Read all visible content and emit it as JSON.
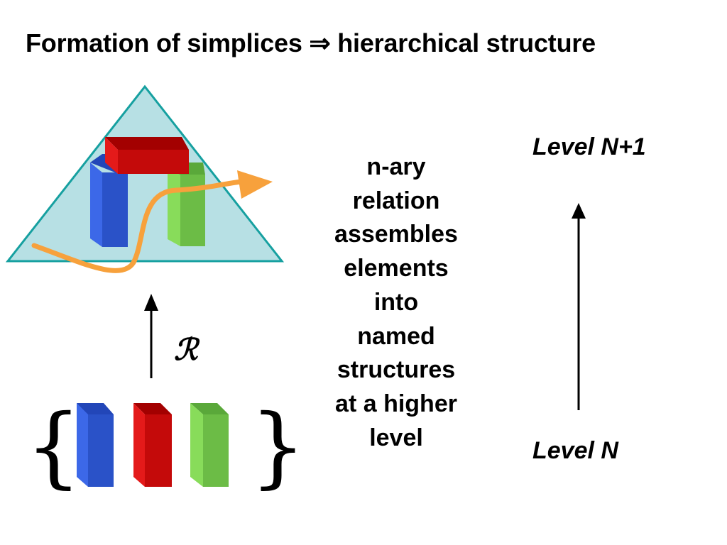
{
  "title": "Formation of simplices ⇒ hierarchical structure",
  "description": {
    "lines": [
      "n-ary",
      "relation",
      "assembles",
      "elements",
      "into",
      "named",
      "structures",
      "at a higher",
      "level"
    ]
  },
  "levels": {
    "upper": "Level N+1",
    "lower": "Level N"
  },
  "relation_symbol": "ℛ",
  "set_braces": {
    "open": "{",
    "close": "}"
  },
  "colors": {
    "triangle_fill": "#b7e0e4",
    "triangle_stroke": "#16a0a0",
    "blue_block": "#2f5bdc",
    "red_block": "#dd0a0a",
    "green_block": "#7ad040",
    "curve": "#f7a13c"
  }
}
